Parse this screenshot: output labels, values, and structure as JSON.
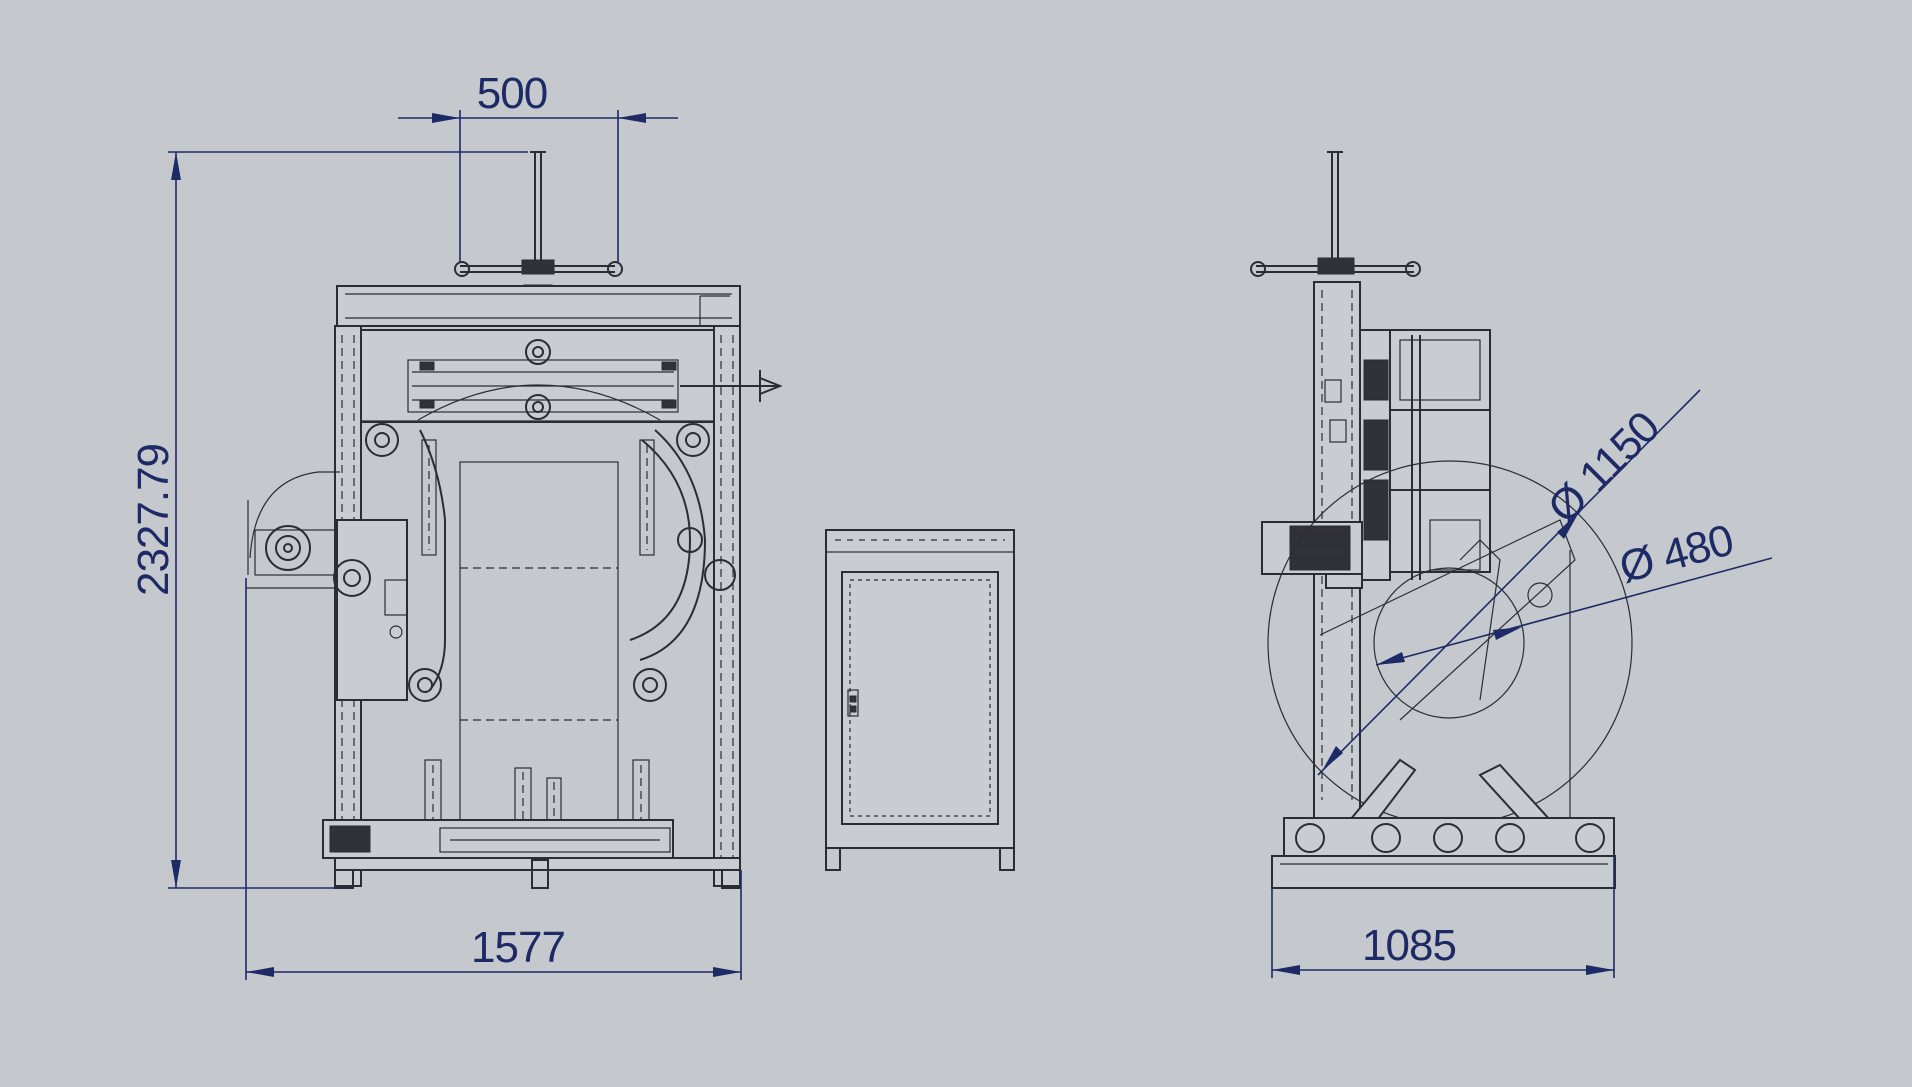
{
  "drawing": {
    "dimensions": {
      "top_width": "500",
      "overall_height": "2327.79",
      "front_width": "1577",
      "side_depth": "1085",
      "outer_diameter": "Ø 1150",
      "inner_diameter": "Ø 480"
    },
    "views": {
      "front": "front-view",
      "cabinet": "control-cabinet",
      "side": "side-view"
    }
  }
}
